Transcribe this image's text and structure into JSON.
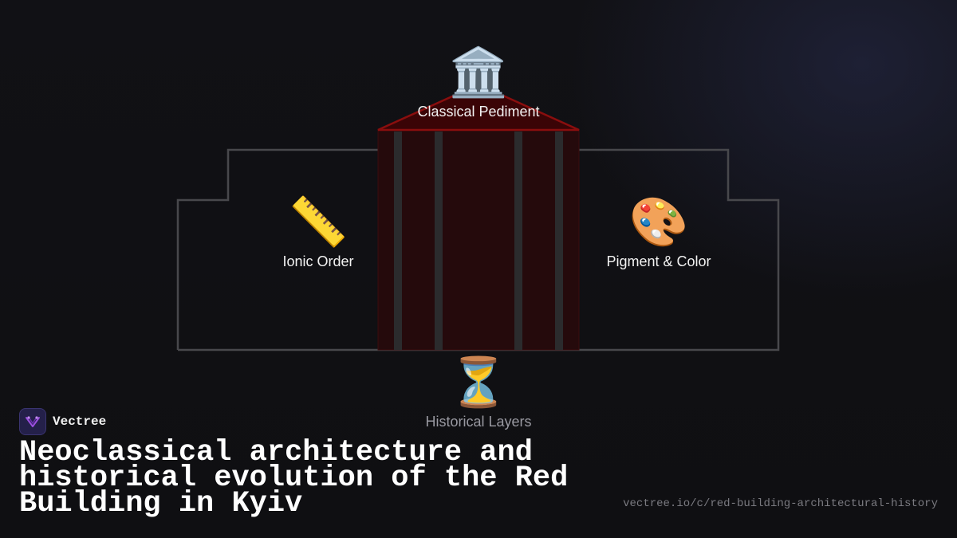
{
  "brand": {
    "name": "Vectree"
  },
  "title": "Neoclassical architecture and historical evolution of the Red Building in Kyiv",
  "url": "vectree.io/c/red-building-architectural-history",
  "nodes": {
    "pediment": {
      "icon": "classical-building-icon",
      "glyph": "🏛️",
      "label": "Classical Pediment"
    },
    "ionic": {
      "icon": "ruler-icon",
      "glyph": "📏",
      "label": "Ionic Order"
    },
    "pigment": {
      "icon": "palette-icon",
      "glyph": "🎨",
      "label": "Pigment & Color"
    },
    "history": {
      "icon": "hourglass-icon",
      "glyph": "⏳",
      "label": "Historical Layers"
    }
  },
  "colors": {
    "background": "#0f0f12",
    "building_red": "#7a0a0a",
    "outline": "#4a4a4e",
    "column": "#2a2a2c",
    "accent": "#8b3fd6"
  }
}
